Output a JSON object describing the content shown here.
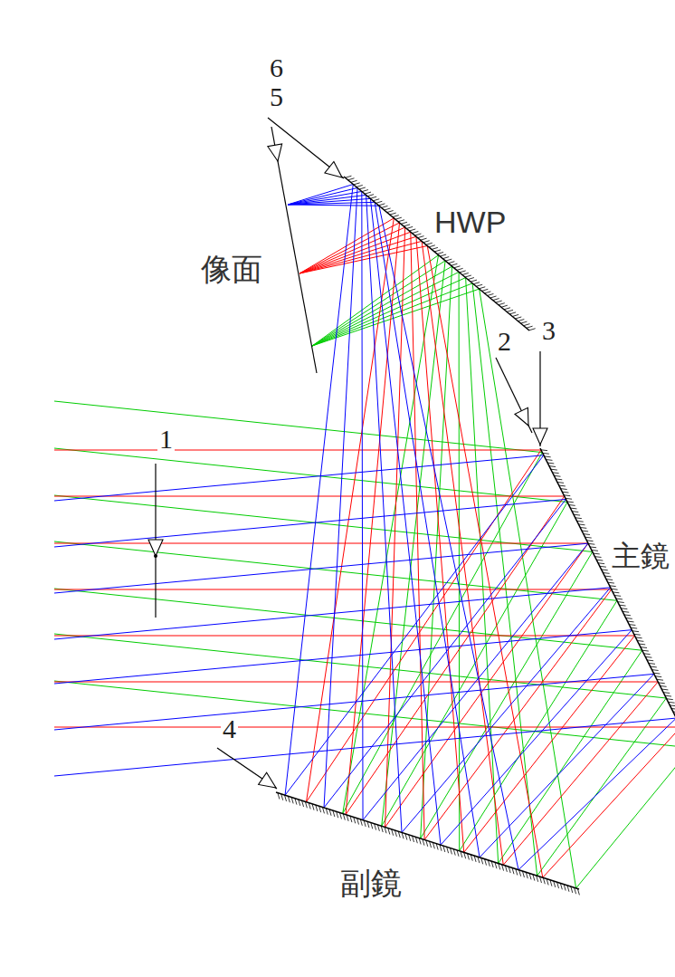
{
  "diagram": {
    "labels": [
      "6",
      "5",
      "HWP",
      "像面",
      "2",
      "3",
      "1",
      "主鏡",
      "4",
      "副鏡"
    ]
  }
}
